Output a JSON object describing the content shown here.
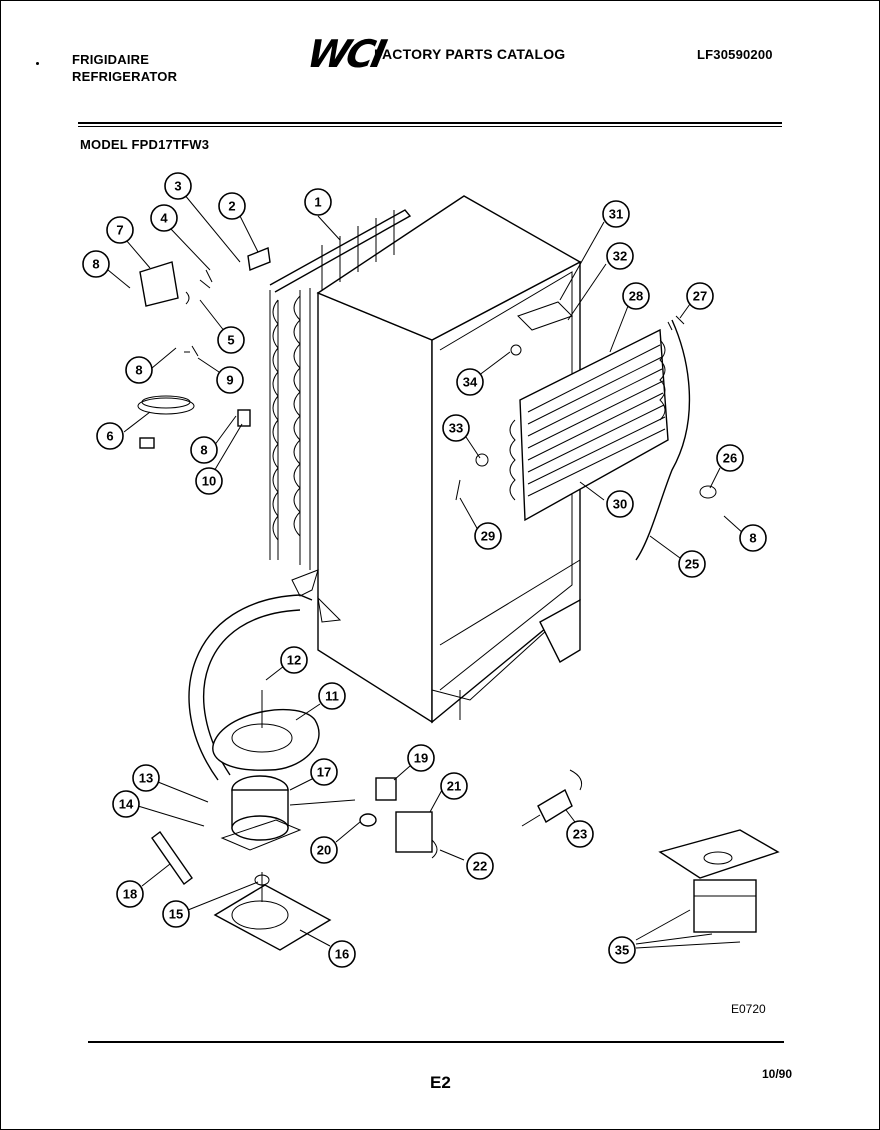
{
  "header": {
    "brand_line1": "FRIGIDAIRE",
    "brand_line2": "REFRIGERATOR",
    "logo_text": "WCI",
    "catalog_title": "FACTORY PARTS CATALOG",
    "catalog_number": "LF30590200",
    "model_line": "MODEL FPD17TFW3"
  },
  "diagram": {
    "figure_id": "E0720",
    "callouts": [
      "1",
      "2",
      "3",
      "4",
      "5",
      "6",
      "7",
      "8",
      "8",
      "8",
      "8",
      "9",
      "10",
      "11",
      "12",
      "13",
      "14",
      "15",
      "16",
      "17",
      "18",
      "19",
      "20",
      "21",
      "22",
      "23",
      "25",
      "26",
      "27",
      "28",
      "29",
      "30",
      "31",
      "32",
      "33",
      "34",
      "35"
    ]
  },
  "footer": {
    "page_number": "E2",
    "date": "10/90"
  }
}
